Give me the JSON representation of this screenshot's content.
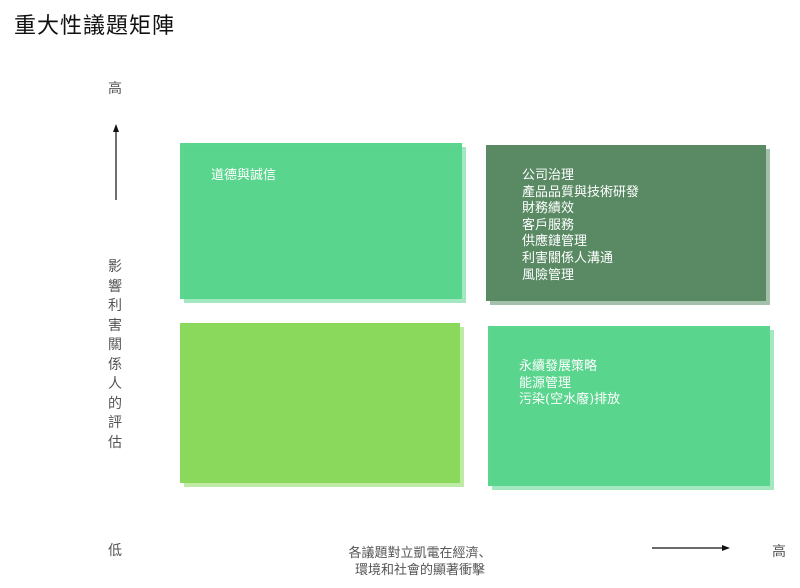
{
  "title": "重大性議題矩陣",
  "y_axis": {
    "high": "高",
    "low": "低",
    "label": "影響利害關係人的評估"
  },
  "x_axis": {
    "high": "高",
    "label_line1": "各議題對立凱電在經濟、",
    "label_line2": "環境和社會的顯著衝擊"
  },
  "quadrants": {
    "top_left": {
      "color": "#5ad68e",
      "items": [
        "道德與誠信"
      ]
    },
    "top_right": {
      "color": "#5a8a64",
      "items": [
        "公司治理",
        "產品品質與技術研發",
        "財務績效",
        "客戶服務",
        "供應鏈管理",
        "利害關係人溝通",
        "風險管理"
      ]
    },
    "bottom_left": {
      "color": "#8ad85c",
      "items": []
    },
    "bottom_right": {
      "color": "#5ad68e",
      "items": [
        "永續發展策略",
        "能源管理",
        "污染(空水廢)排放"
      ]
    }
  }
}
